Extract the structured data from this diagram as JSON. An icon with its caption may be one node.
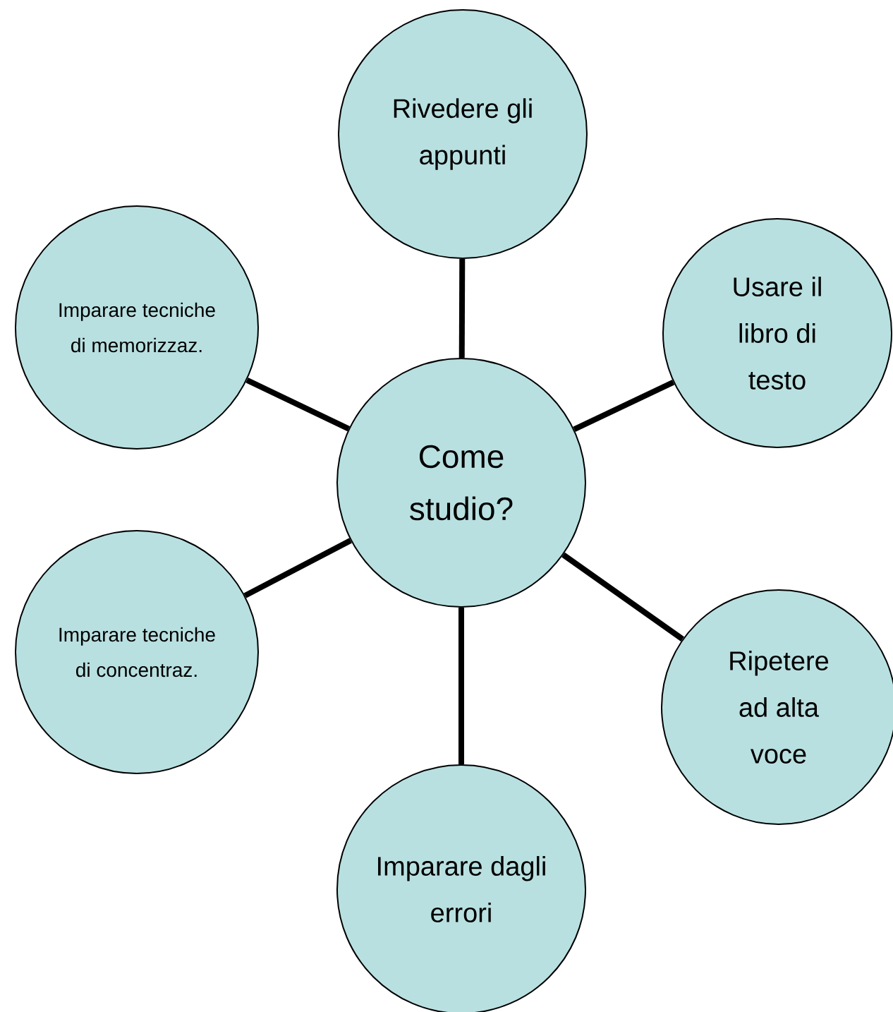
{
  "diagram": {
    "nodes": [
      {
        "text": [
          "Come studio?"
        ]
      },
      {
        "text": [
          "Rivedere gli appunti"
        ]
      },
      {
        "text": [
          "Usare il libro di testo"
        ]
      },
      {
        "text": [
          "Ripetere ad alta voce"
        ]
      },
      {
        "text": [
          "Imparare dagli errori"
        ]
      },
      {
        "text": [
          "Imparare tecniche di concentraz."
        ]
      },
      {
        "text": [
          "Imparare tecniche di memorizzaz."
        ]
      }
    ],
    "edges": [
      {
        "from": 0,
        "to": 1,
        "arrow": "none"
      },
      {
        "from": 0,
        "to": 2,
        "arrow": "none"
      },
      {
        "from": 0,
        "to": 3,
        "arrow": "none"
      },
      {
        "from": 0,
        "to": 4,
        "arrow": "none"
      },
      {
        "from": 0,
        "to": 5,
        "arrow": "none"
      },
      {
        "from": 0,
        "to": 6,
        "arrow": "none"
      }
    ]
  }
}
